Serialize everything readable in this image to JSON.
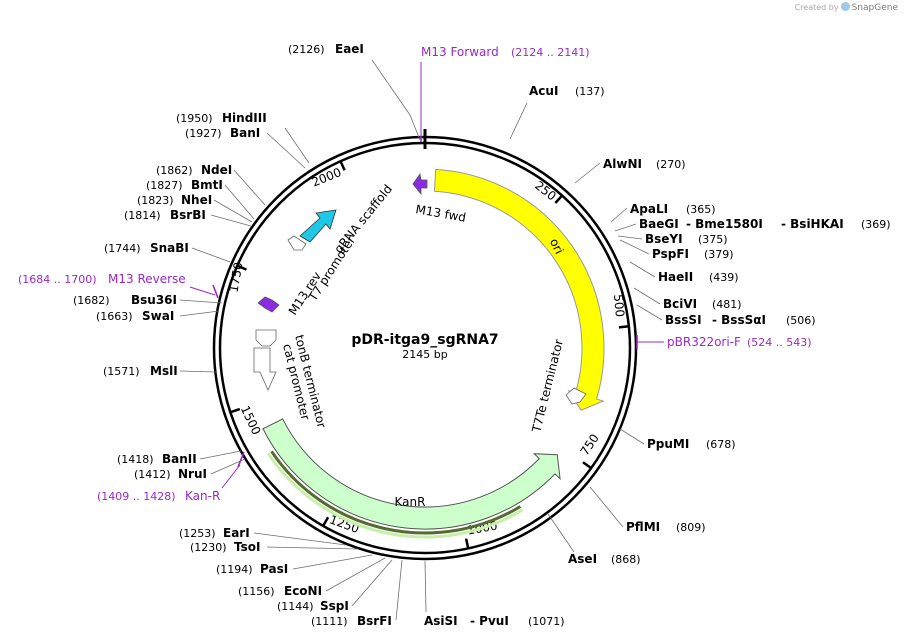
{
  "credit": {
    "prefix": "Created by",
    "brand": "SnapGene"
  },
  "plasmid": {
    "name": "pDR-itga9_sgRNA7",
    "size_label": "2145 bp"
  },
  "ticks": [
    {
      "name": "tick-250",
      "label": "250"
    },
    {
      "name": "tick-500",
      "label": "500"
    },
    {
      "name": "tick-750",
      "label": "750"
    },
    {
      "name": "tick-1000",
      "label": "1000"
    },
    {
      "name": "tick-1250",
      "label": "1250"
    },
    {
      "name": "tick-1500",
      "label": "1500"
    },
    {
      "name": "tick-1750",
      "label": "1750"
    },
    {
      "name": "tick-2000",
      "label": "2000"
    }
  ],
  "features": [
    {
      "name": "ori",
      "label": "ori",
      "color": "#ffff00"
    },
    {
      "name": "kanr",
      "label": "KanR",
      "color": "#ccffcc"
    },
    {
      "name": "m13-fwd",
      "label": "M13 fwd",
      "color": "#8a2be2"
    },
    {
      "name": "m13-rev",
      "label": "M13 rev",
      "color": "#8a2be2"
    },
    {
      "name": "gRNA-scaffold",
      "label": "gRNA scaffold",
      "color": "#1ec8e6"
    },
    {
      "name": "t7-promoter",
      "label": "T7 promoter",
      "color": "#ffffff"
    },
    {
      "name": "tonb-terminator",
      "label": "tonB terminator",
      "color": "#ffffff"
    },
    {
      "name": "cat-promoter",
      "label": "cat promoter",
      "color": "#ffffff"
    },
    {
      "name": "t7te-terminator",
      "label": "T7Te terminator",
      "color": "#ffffff"
    }
  ],
  "enzymes": [
    {
      "name": "enzyme-eaei",
      "label": "EaeI",
      "pos": "(2126)"
    },
    {
      "name": "enzyme-acui",
      "label": "AcuI",
      "pos": "(137)"
    },
    {
      "name": "enzyme-alwni",
      "label": "AlwNI",
      "pos": "(270)"
    },
    {
      "name": "enzyme-apali",
      "label": "ApaLI",
      "pos": "(365)"
    },
    {
      "name": "enzyme-baegi",
      "label": "BaeGI",
      "pos": ""
    },
    {
      "name": "enzyme-bme1580i",
      "label": "- Bme1580I",
      "pos": ""
    },
    {
      "name": "enzyme-bsihkai",
      "label": "- BsiHKAI",
      "pos": "(369)"
    },
    {
      "name": "enzyme-bseyi",
      "label": "BseYI",
      "pos": "(375)"
    },
    {
      "name": "enzyme-pspfi",
      "label": "PspFI",
      "pos": "(379)"
    },
    {
      "name": "enzyme-haeii",
      "label": "HaeII",
      "pos": "(439)"
    },
    {
      "name": "enzyme-bcivi",
      "label": "BciVI",
      "pos": "(481)"
    },
    {
      "name": "enzyme-bsssi",
      "label": "BssSI",
      "pos": ""
    },
    {
      "name": "enzyme-bsssai",
      "label": "- BssSαI",
      "pos": "(506)"
    },
    {
      "name": "enzyme-ppumi",
      "label": "PpuMI",
      "pos": "(678)"
    },
    {
      "name": "enzyme-pflmi",
      "label": "PflMI",
      "pos": "(809)"
    },
    {
      "name": "enzyme-asei",
      "label": "AseI",
      "pos": "(868)"
    },
    {
      "name": "enzyme-asisi",
      "label": "AsiSI",
      "pos": ""
    },
    {
      "name": "enzyme-pvui",
      "label": "- PvuI",
      "pos": "(1071)"
    },
    {
      "name": "enzyme-bsrfi",
      "label": "BsrFI",
      "pos": "(1111)"
    },
    {
      "name": "enzyme-sspi",
      "label": "SspI",
      "pos": "(1144)"
    },
    {
      "name": "enzyme-econi",
      "label": "EcoNI",
      "pos": "(1156)"
    },
    {
      "name": "enzyme-pasi",
      "label": "PasI",
      "pos": "(1194)"
    },
    {
      "name": "enzyme-tsoi",
      "label": "TsoI",
      "pos": "(1230)"
    },
    {
      "name": "enzyme-eari",
      "label": "EarI",
      "pos": "(1253)"
    },
    {
      "name": "enzyme-nrui",
      "label": "NruI",
      "pos": "(1412)"
    },
    {
      "name": "enzyme-banii",
      "label": "BanII",
      "pos": "(1418)"
    },
    {
      "name": "enzyme-msli",
      "label": "MslI",
      "pos": "(1571)"
    },
    {
      "name": "enzyme-swai",
      "label": "SwaI",
      "pos": "(1663)"
    },
    {
      "name": "enzyme-bsu36i",
      "label": "Bsu36I",
      "pos": "(1682)"
    },
    {
      "name": "enzyme-snabi",
      "label": "SnaBI",
      "pos": "(1744)"
    },
    {
      "name": "enzyme-bsrbi",
      "label": "BsrBI",
      "pos": "(1814)"
    },
    {
      "name": "enzyme-nhei",
      "label": "NheI",
      "pos": "(1823)"
    },
    {
      "name": "enzyme-bmti",
      "label": "BmtI",
      "pos": "(1827)"
    },
    {
      "name": "enzyme-ndei",
      "label": "NdeI",
      "pos": "(1862)"
    },
    {
      "name": "enzyme-bani",
      "label": "BanI",
      "pos": "(1927)"
    },
    {
      "name": "enzyme-hindiii",
      "label": "HindIII",
      "pos": "(1950)"
    }
  ],
  "primers": [
    {
      "name": "primer-m13-forward",
      "label": "M13 Forward",
      "range": "(2124 .. 2141)"
    },
    {
      "name": "primer-pbr322ori-f",
      "label": "pBR322ori-F",
      "range": "(524 .. 543)"
    },
    {
      "name": "primer-kan-r",
      "label": "Kan-R",
      "range": "(1409 .. 1428)"
    },
    {
      "name": "primer-m13-reverse",
      "label": "M13 Reverse",
      "range": "(1684 .. 1700)"
    }
  ],
  "colors": {
    "primer": "#9a28c8",
    "backbone": "#000000",
    "leader": "#6e6e6e",
    "kanr_primer_bar": "#556b2f"
  }
}
